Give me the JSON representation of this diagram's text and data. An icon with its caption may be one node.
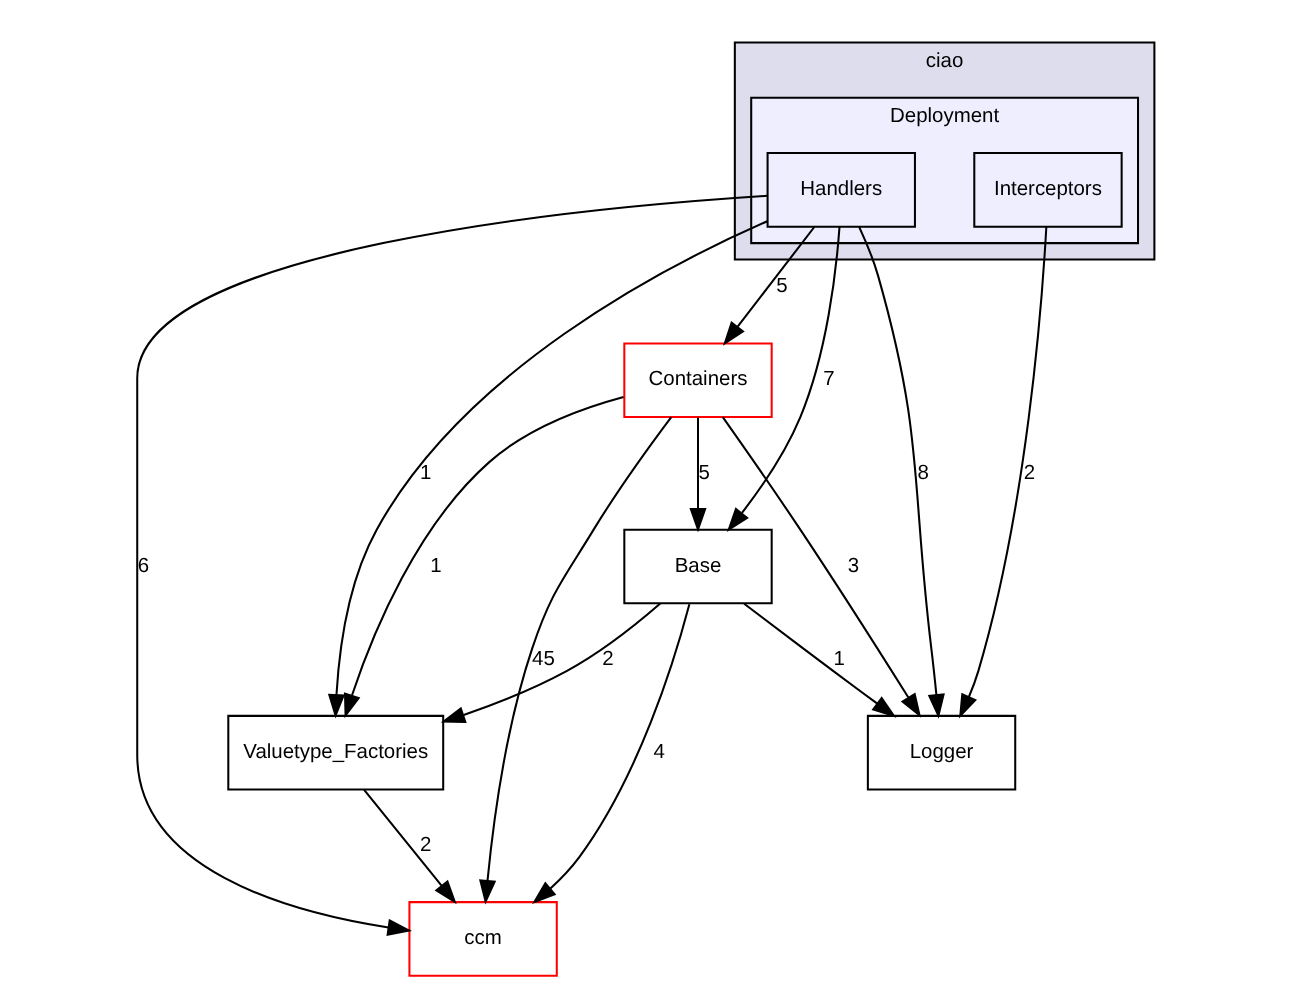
{
  "diagram": {
    "nodes": [
      {
        "text": [
          "ciao"
        ]
      },
      {
        "text": [
          "Deployment"
        ],
        "in": 0
      },
      {
        "text": [
          "Handlers"
        ],
        "in": 1
      },
      {
        "text": [
          "Interceptors"
        ],
        "in": 1
      },
      {
        "text": [
          "Containers"
        ]
      },
      {
        "text": [
          "Base"
        ]
      },
      {
        "text": [
          "Valuetype_Factories"
        ]
      },
      {
        "text": [
          "Logger"
        ]
      },
      {
        "text": [
          "ccm"
        ]
      }
    ],
    "edges": [
      {
        "from": 2,
        "to": 4,
        "arrow": "to",
        "label": "5"
      },
      {
        "from": 2,
        "to": 6,
        "arrow": "to",
        "label": "1"
      },
      {
        "from": 2,
        "to": 5,
        "arrow": "to",
        "label": "7"
      },
      {
        "from": 2,
        "to": 7,
        "arrow": "to",
        "label": "8"
      },
      {
        "from": 2,
        "to": 8,
        "arrow": "to",
        "label": "6"
      },
      {
        "from": 3,
        "to": 7,
        "arrow": "to",
        "label": "2"
      },
      {
        "from": 4,
        "to": 5,
        "arrow": "to",
        "label": "5"
      },
      {
        "from": 4,
        "to": 6,
        "arrow": "to",
        "label": "1"
      },
      {
        "from": 4,
        "to": 7,
        "arrow": "to",
        "label": "3"
      },
      {
        "from": 4,
        "to": 8,
        "arrow": "to",
        "label": "45"
      },
      {
        "from": 5,
        "to": 6,
        "arrow": "to",
        "label": "2"
      },
      {
        "from": 5,
        "to": 7,
        "arrow": "to",
        "label": "1"
      },
      {
        "from": 5,
        "to": 8,
        "arrow": "to",
        "label": "4"
      },
      {
        "from": 6,
        "to": 8,
        "arrow": "to",
        "label": "2"
      }
    ]
  }
}
